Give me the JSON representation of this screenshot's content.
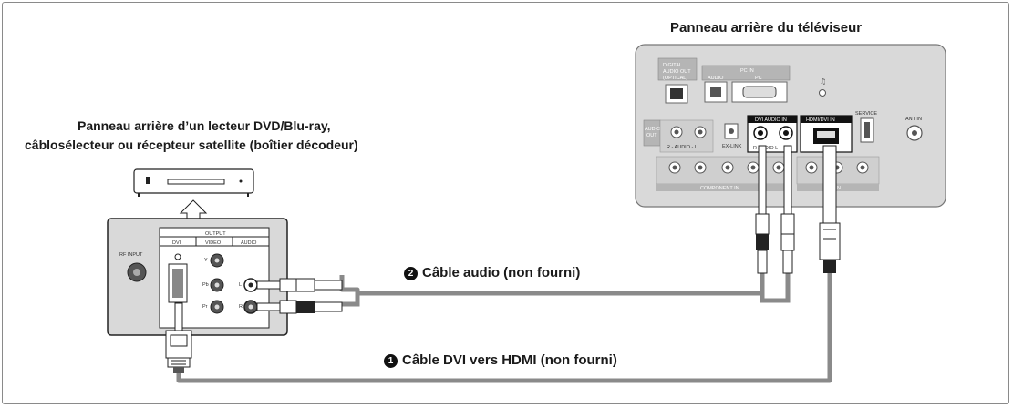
{
  "tv_label": "Panneau arrière du téléviseur",
  "source_label_line1": "Panneau arrière d’un lecteur DVD/Blu-ray,",
  "source_label_line2": "câblosélecteur ou récepteur satellite (boîtier décodeur)",
  "cable_audio": {
    "number": "2",
    "label": "Câble audio (non fourni)"
  },
  "cable_dvi": {
    "number": "1",
    "label": "Câble DVI vers HDMI (non fourni)"
  },
  "tv_ports": {
    "digital_audio_out": "DIGITAL AUDIO OUT (OPTICAL)",
    "pc_in": "PC IN",
    "audio": "AUDIO",
    "pc": "PC",
    "audio_out": "AUDIO OUT",
    "audio_lr": "R - AUDIO - L",
    "ex_link": "EX-LINK",
    "dvi_audio_in": "DVI AUDIO IN",
    "hdmi_dvi_in": "HDMI/DVI IN",
    "service": "SERVICE",
    "ant_in": "ANT IN",
    "component_in": "COMPONENT IN",
    "av_in": "AV IN"
  },
  "source_ports": {
    "output": "OUTPUT",
    "dvi": "DVI",
    "video": "VIDEO",
    "audio": "AUDIO",
    "rf_input": "RF INPUT",
    "y": "Y",
    "pb": "Pb",
    "pr": "Pr",
    "l": "L",
    "r": "R"
  }
}
